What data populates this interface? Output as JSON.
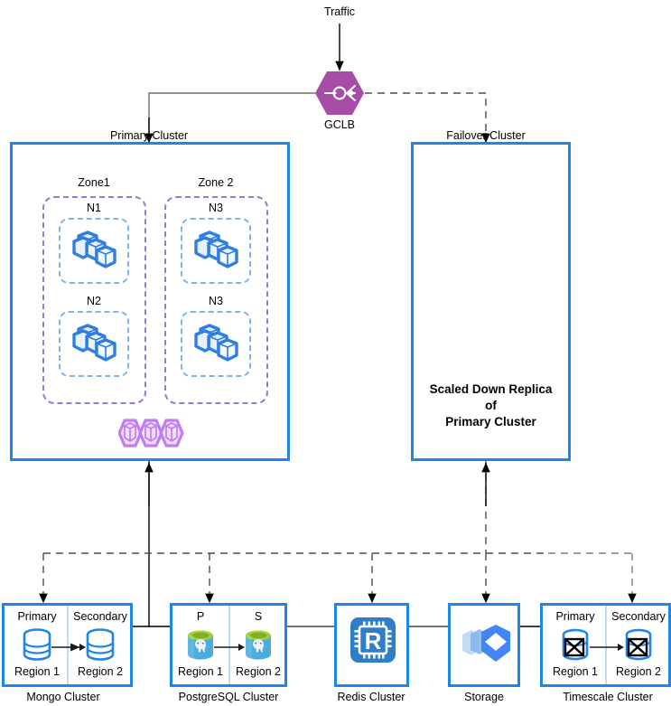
{
  "diagram": {
    "traffic_label": "Traffic",
    "gclb": {
      "label": "GCLB",
      "icon": "load-balancer-icon",
      "color": "#a64ca6"
    }
  },
  "primary_cluster": {
    "label": "Primary Cluster",
    "border_color": "#1f86e8",
    "zones": [
      {
        "label": "Zone1",
        "nodes": [
          {
            "label": "N1",
            "icon": "pods-icon"
          },
          {
            "label": "N2",
            "icon": "pods-icon"
          }
        ]
      },
      {
        "label": "Zone 2",
        "nodes": [
          {
            "label": "N3",
            "icon": "pods-icon"
          },
          {
            "label": "N3",
            "icon": "pods-icon"
          }
        ]
      }
    ],
    "shared_icon": "purple-pods-icon"
  },
  "failover_cluster": {
    "label": "Failover Cluster",
    "border_color": "#1f86e8",
    "text_line1": "Scaled Down Replica",
    "text_line2": "of",
    "text_line3": "Primary Cluster"
  },
  "databases": [
    {
      "caption": "Mongo Cluster",
      "type": "split",
      "left": {
        "title": "Primary",
        "region": "Region 1",
        "icon": "database-cylinder-icon"
      },
      "right": {
        "title": "Secondary",
        "region": "Region 2",
        "icon": "database-cylinder-icon"
      }
    },
    {
      "caption": "PostgreSQL Cluster",
      "type": "split",
      "left": {
        "title": "P",
        "region": "Region 1",
        "icon": "postgresql-icon"
      },
      "right": {
        "title": "S",
        "region": "Region 2",
        "icon": "postgresql-icon"
      }
    },
    {
      "caption": "Redis Cluster",
      "type": "single",
      "icon": "redis-chip-icon"
    },
    {
      "caption": "Storage",
      "type": "single",
      "icon": "cloud-storage-icon"
    },
    {
      "caption": "Timescale Cluster",
      "type": "split",
      "left": {
        "title": "Primary",
        "region": "Region 1",
        "icon": "timescale-db-icon"
      },
      "right": {
        "title": "Secondary",
        "region": "Region 2",
        "icon": "timescale-db-icon"
      }
    }
  ],
  "colors": {
    "cluster_border": "#1f86e8",
    "zone_border": "#8b7fd4",
    "node_border": "#7fb2ef",
    "gclb_purple": "#a64ca6",
    "pod_blue": "#2f7fe0",
    "pod_purple": "#c07ef0",
    "solid_connector": "#000000",
    "dashed_connector": "#707070"
  }
}
